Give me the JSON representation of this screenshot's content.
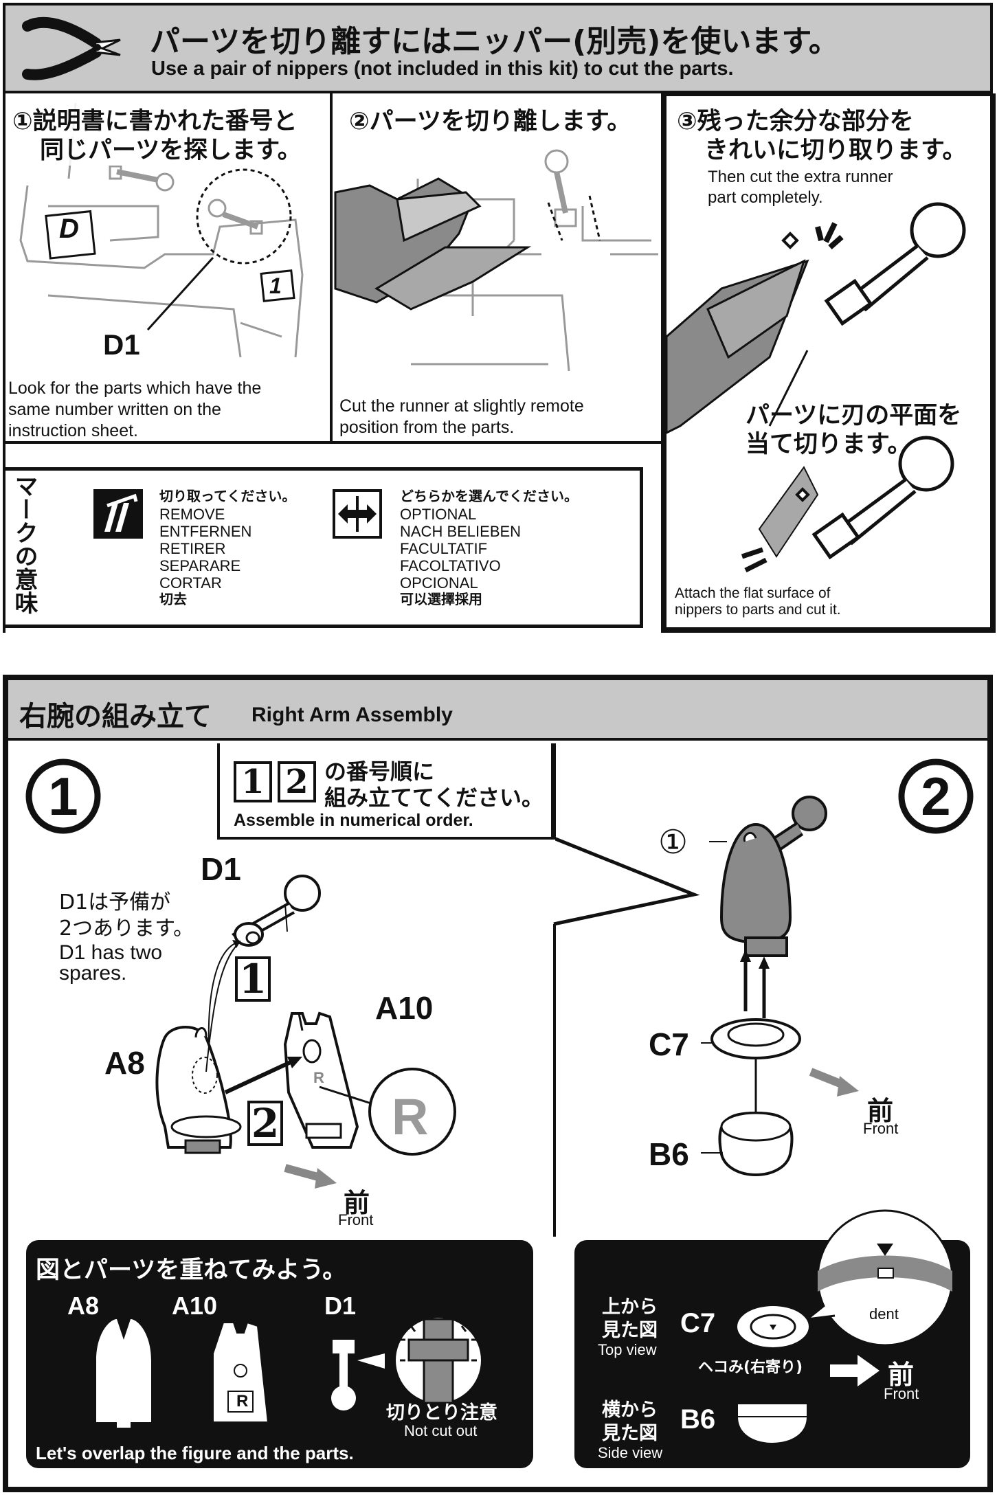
{
  "header": {
    "title_jp": "パーツを切り離すにはニッパー(別売)を使います。",
    "title_en": "Use a pair of nippers (not included in this kit) to cut the parts."
  },
  "step1": {
    "title_jp_1": "①説明書に書かれた番号と",
    "title_jp_2": "同じパーツを探します。",
    "label_d": "D",
    "label_1": "1",
    "label_d1": "D1",
    "caption_en": "Look for the parts which have the same number written on the instruction sheet."
  },
  "step2": {
    "title_jp": "②パーツを切り離します。",
    "caption_en": "Cut the runner at slightly remote position from the parts."
  },
  "step3": {
    "title_jp_1": "③残った余分な部分を",
    "title_jp_2": "きれいに切り取ります。",
    "caption_en_1": "Then cut the extra runner",
    "caption_en_2": "part completely.",
    "flat_jp_1": "パーツに刃の平面を",
    "flat_jp_2": "当て切ります。",
    "flat_en_1": "Attach the flat surface of",
    "flat_en_2": "nippers to parts and cut it."
  },
  "marks": {
    "heading": "マークの意味",
    "remove": [
      "切り取ってください。",
      "REMOVE",
      "ENTFERNEN",
      "RETIRER",
      "SEPARARE",
      "CORTAR",
      "切去"
    ],
    "optional": [
      "どちらかを選んでください。",
      "OPTIONAL",
      "NACH BELIEBEN",
      "FACULTATIF",
      "FACOLTATIVO",
      "OPCIONAL",
      "可以選擇採用"
    ]
  },
  "assembly": {
    "title_jp": "右腕の組み立て",
    "title_en": "Right Arm Assembly",
    "step_1": "1",
    "step_2": "2",
    "order_box_num_1": "1",
    "order_box_num_2": "2",
    "order_jp_1": "の番号順に",
    "order_jp_2": "組み立ててください。",
    "order_en": "Assemble in numerical order.",
    "spare_jp_1": "D1は予備が",
    "spare_jp_2": "2つあります。",
    "spare_en_1": "D1 has two",
    "spare_en_2": "spares.",
    "label_d1": "D1",
    "label_a10": "A10",
    "label_a8": "A8",
    "label_r": "R",
    "box_1": "1",
    "box_2": "2",
    "front_jp": "前",
    "front_en": "Front",
    "s2_ref": "①",
    "label_c7": "C7",
    "label_b6": "B6",
    "front2_jp": "前",
    "front2_en": "Front"
  },
  "overlap_panel": {
    "title_jp": "図とパーツを重ねてみよう。",
    "a8": "A8",
    "a10": "A10",
    "d1": "D1",
    "r": "R",
    "not_cut_jp": "切りとり注意",
    "not_cut_en": "Not cut out",
    "footer_en": "Let's overlap the figure and the parts."
  },
  "view_panel": {
    "top_jp_1": "上から",
    "top_jp_2": "見た図",
    "top_en": "Top view",
    "c7": "C7",
    "dent_jp": "ヘコみ(右寄り)",
    "dent_en": "dent",
    "front_jp": "前",
    "front_en": "Front",
    "side_jp_1": "横から",
    "side_jp_2": "見た図",
    "side_en": "Side view",
    "b6": "B6"
  },
  "colors": {
    "gray_panel": "#c8c8c8",
    "part_gray": "#8a8a8a",
    "dark": "#111111"
  }
}
